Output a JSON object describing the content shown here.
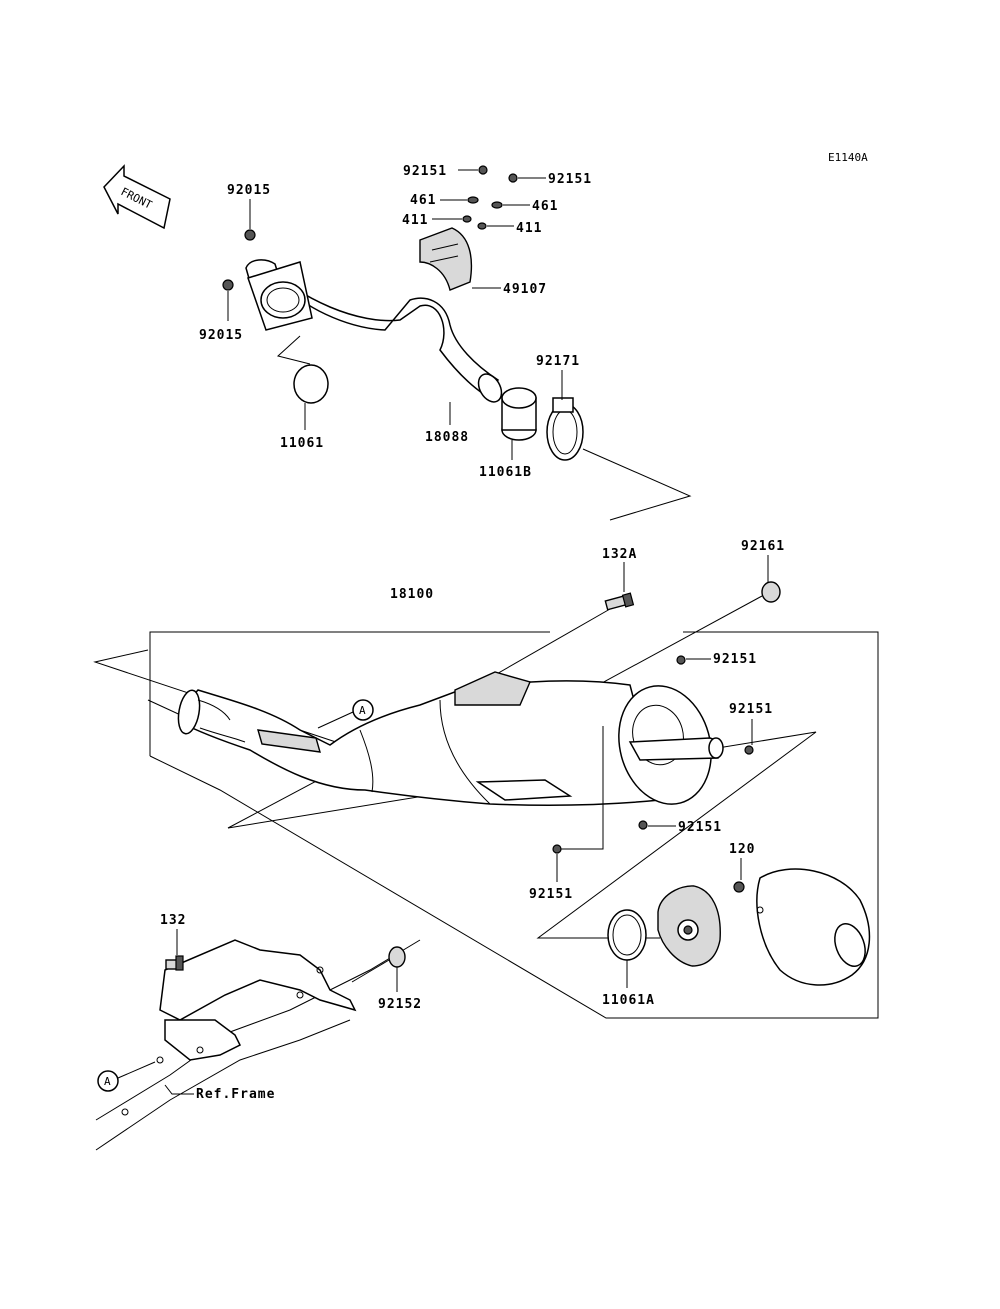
{
  "diagram_code": "E1140A",
  "front_label": "FRONT",
  "parts": {
    "p92151_a": "92151",
    "p92151_b": "92151",
    "p461_a": "461",
    "p461_b": "461",
    "p411_a": "411",
    "p411_b": "411",
    "p49107": "49107",
    "p92015_a": "92015",
    "p92015_b": "92015",
    "p11061": "11061",
    "p18088": "18088",
    "p11061B": "11061B",
    "p92171": "92171",
    "p132A": "132A",
    "p92161": "92161",
    "p18100": "18100",
    "p92151_c": "92151",
    "p92151_d": "92151",
    "p92151_e": "92151",
    "p92151_f": "92151",
    "p120": "120",
    "p11061A": "11061A",
    "p132": "132",
    "p92152": "92152"
  },
  "callout_a_top": "A",
  "callout_a_bottom": "A",
  "ref_frame": "Ref.Frame"
}
